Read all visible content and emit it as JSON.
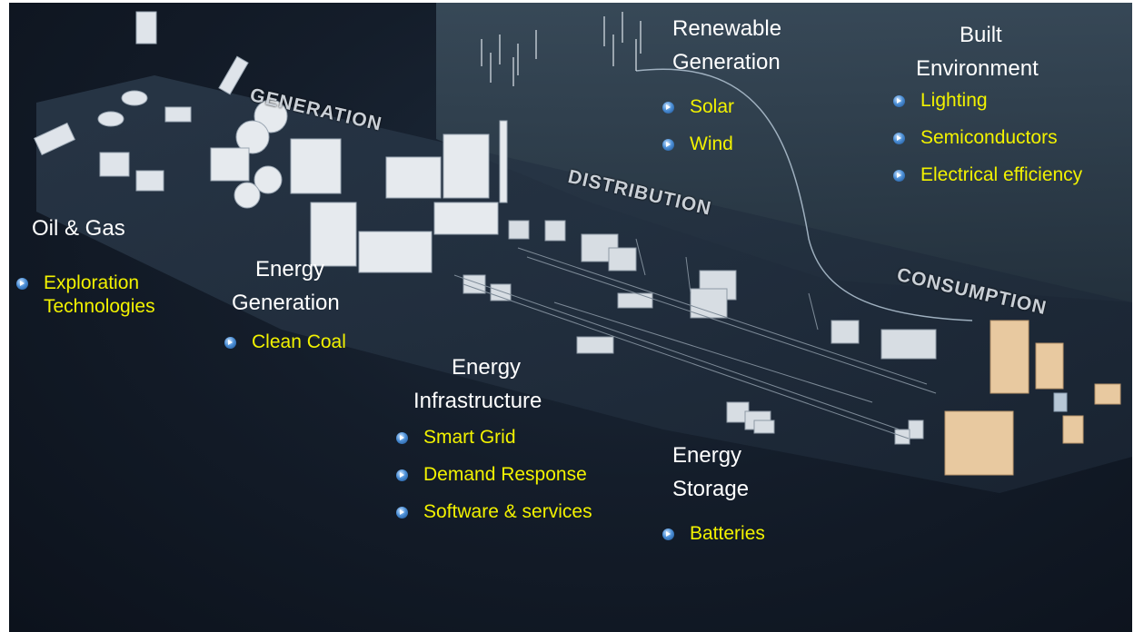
{
  "bands": {
    "generation": "GENERATION",
    "distribution": "DISTRIBUTION",
    "consumption": "CONSUMPTION"
  },
  "sections": {
    "oil_gas": {
      "title": "Oil & Gas",
      "items": [
        "Exploration Technologies"
      ]
    },
    "energy_generation": {
      "title_line1": "Energy",
      "title_line2": "Generation",
      "items": [
        "Clean Coal"
      ]
    },
    "renewable": {
      "title_line1": "Renewable",
      "title_line2": "Generation",
      "items": [
        "Solar",
        "Wind"
      ]
    },
    "built_environment": {
      "title_line1": "Built",
      "title_line2": "Environment",
      "items": [
        "Lighting",
        "Semiconductors",
        "Electrical efficiency"
      ]
    },
    "energy_infrastructure": {
      "title_line1": "Energy",
      "title_line2": "Infrastructure",
      "items": [
        "Smart Grid",
        "Demand Response",
        "Software & services"
      ]
    },
    "energy_storage": {
      "title_line1": "Energy",
      "title_line2": "Storage",
      "items": [
        "Batteries"
      ]
    }
  },
  "colors": {
    "background": "#141d2a",
    "heading": "#ffffff",
    "item": "#f2f200",
    "band": "#c9cfd6",
    "consumer_buildings": "#e8c9a0",
    "bullet": "#4c8fd6"
  }
}
